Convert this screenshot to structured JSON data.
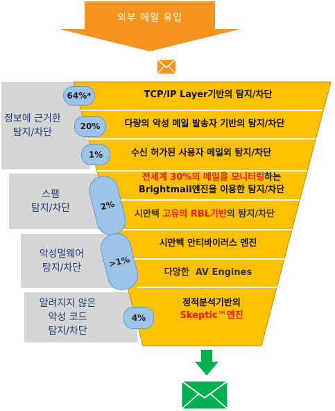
{
  "header": {
    "title": "외부 메일 유입",
    "color": "#f7941d"
  },
  "colors": {
    "funnel": "#ffc000",
    "funnel_border": "#bf8f00",
    "side": "#d5d5d5",
    "badge": "#9dc3e6",
    "highlight": "#e8211a",
    "green": "#00b050"
  },
  "groups": [
    {
      "line1": "정보에 근거한",
      "line2": "탐지/차단"
    },
    {
      "line1": "스팸",
      "line2": "탐지/차단"
    },
    {
      "line1": "악성멀웨어",
      "line2": "탐지/차단"
    },
    {
      "line1": "알려지지 않은",
      "line2": "악성 코드",
      "line3": "탐지/차단"
    }
  ],
  "rows": {
    "r1": "TCP/IP Layer기반의 탐지/차단",
    "r2": "다량의 악성 메일 발송자 기반의 탐지/차단",
    "r3": "수신 허가된 사용자 메일외 탐지/차단",
    "r4a_red": "전세계 30%의 메일을 모니터링",
    "r4a_rest": "하는",
    "r4b": "Brightmail엔진을 이용한 탐지/차단",
    "r5_pre": "시만텍 ",
    "r5_red": "고유의 RBL기반",
    "r5_post": "의 탐지/차단",
    "r6": "시만텍 안티바이러스 엔진",
    "r7": "다양한  AV Engines",
    "r8a": "정적분석기반의",
    "r8b_red": "Skeptic™",
    "r8b_rest": "엔진"
  },
  "badges": {
    "b1": "64%*",
    "b2": "20%",
    "b3": "1%",
    "b4": "2%",
    "b5": ">1%",
    "b6": "4%"
  },
  "icons": {
    "incoming": "envelope-orange-icon",
    "down": "arrow-down-green-icon",
    "delivered": "envelope-green-icon"
  }
}
